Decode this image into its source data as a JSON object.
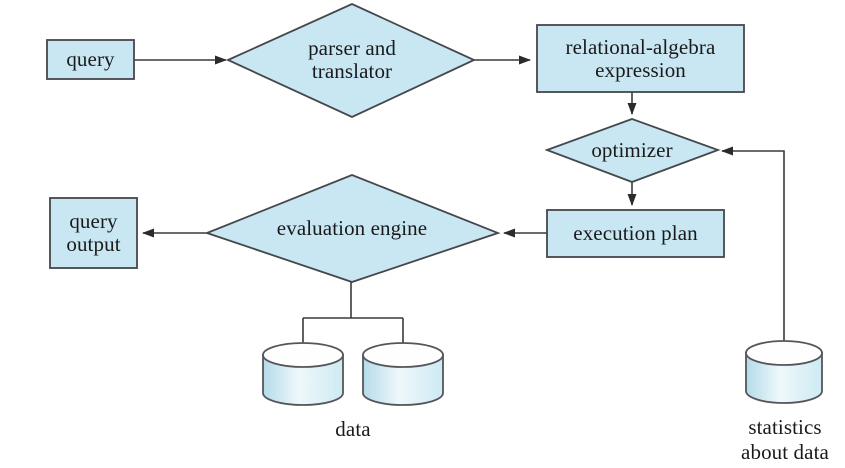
{
  "colors": {
    "node_fill": "#c8e7f3",
    "node_border": "#46474b",
    "connector": "#3a3a3c",
    "cylinder_top_fill": "#ffffff"
  },
  "nodes": {
    "query": {
      "label": "query"
    },
    "parser_translator": {
      "lines": [
        "parser and",
        "translator"
      ]
    },
    "relational_algebra_expression": {
      "lines": [
        "relational-algebra",
        "expression"
      ]
    },
    "optimizer": {
      "label": "optimizer"
    },
    "execution_plan": {
      "label": "execution plan"
    },
    "evaluation_engine": {
      "label": "evaluation engine"
    },
    "query_output": {
      "lines": [
        "query",
        "output"
      ]
    },
    "data_stores": {
      "label": "data"
    },
    "statistics_store": {
      "lines": [
        "statistics",
        "about data"
      ]
    }
  }
}
